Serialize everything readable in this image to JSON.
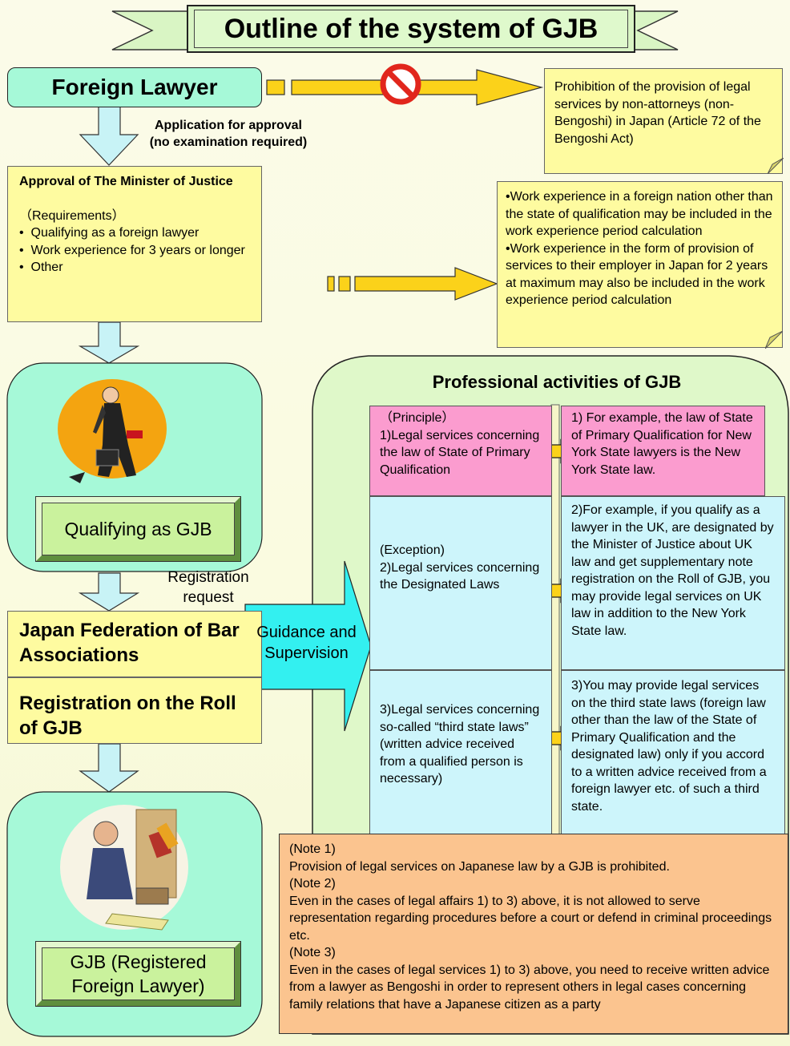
{
  "title": "Outline of the system of GJB",
  "foreign_lawyer": "Foreign Lawyer",
  "application_note": [
    "Application for approval",
    "(no examination required)"
  ],
  "prohibition_note": "Prohibition of the provision of legal services by non-attorneys (non-Bengoshi) in Japan (Article 72 of the Bengoshi Act)",
  "approval": {
    "heading": "Approval of The Minister of Justice",
    "req_label": "（Requirements）",
    "requirements": [
      "Qualifying as a foreign lawyer",
      "Work experience for 3 years or longer",
      "Other"
    ]
  },
  "work_note": [
    "•Work experience in a foreign nation other than the state of qualification may be included in the work experience period calculation",
    "•Work experience in the form of provision of services to their employer in Japan for 2 years at maximum may also be included in the work experience period calculation"
  ],
  "qualifying_label": "Qualifying as GJB",
  "registration_request": [
    "Registration",
    "request"
  ],
  "jfba": "Japan Federation of Bar Associations",
  "registration_roll": "Registration on the Roll of GJB",
  "guidance": "Guidance and Supervision",
  "gjb_registered": [
    "GJB (Registered",
    "Foreign Lawyer)"
  ],
  "activities": {
    "title": "Professional activities of GJB",
    "rows": [
      {
        "left": "（Principle）\n1)Legal services concerning the law of State of Primary Qualification",
        "right": "1) For example, the law of State of Primary Qualification for New York State lawyers is the New York State law."
      },
      {
        "left": "(Exception)\n2)Legal services concerning the Designated Laws",
        "right": "2)For example, if you qualify as a lawyer in the UK, are designated by the Minister of Justice about UK law and get supplementary note registration on the Roll of GJB, you may provide legal services on UK law in addition to the New York State law."
      },
      {
        "left": "3)Legal services concerning so-called “third state laws” (written advice received from a qualified person is necessary)",
        "right": "3)You may provide legal services on the third state laws (foreign law other than the law of the State of Primary Qualification and the designated law) only if you accord to a written advice received from a foreign lawyer etc. of such a third state."
      }
    ]
  },
  "notes": [
    "(Note 1)",
    "Provision of legal services on Japanese law by a GJB is prohibited.",
    "(Note 2)",
    "Even in the cases of legal affairs 1) to 3) above, it is not allowed to serve representation regarding procedures before a court or defend in criminal proceedings etc.",
    "(Note 3)",
    "Even in the cases of legal services 1) to 3) above, you need to receive written advice from a lawyer as Bengoshi in order to represent others in legal cases concerning family relations that have a Japanese citizen as a party"
  ],
  "colors": {
    "green_box": "#a6f9d8",
    "yellow_note": "#fefba0",
    "pink": "#fb9ccf",
    "cyan": "#cdf5fb",
    "orange": "#fbc48f",
    "arrow_cyan": "#33f0f0",
    "gold": "#fbd21a"
  }
}
